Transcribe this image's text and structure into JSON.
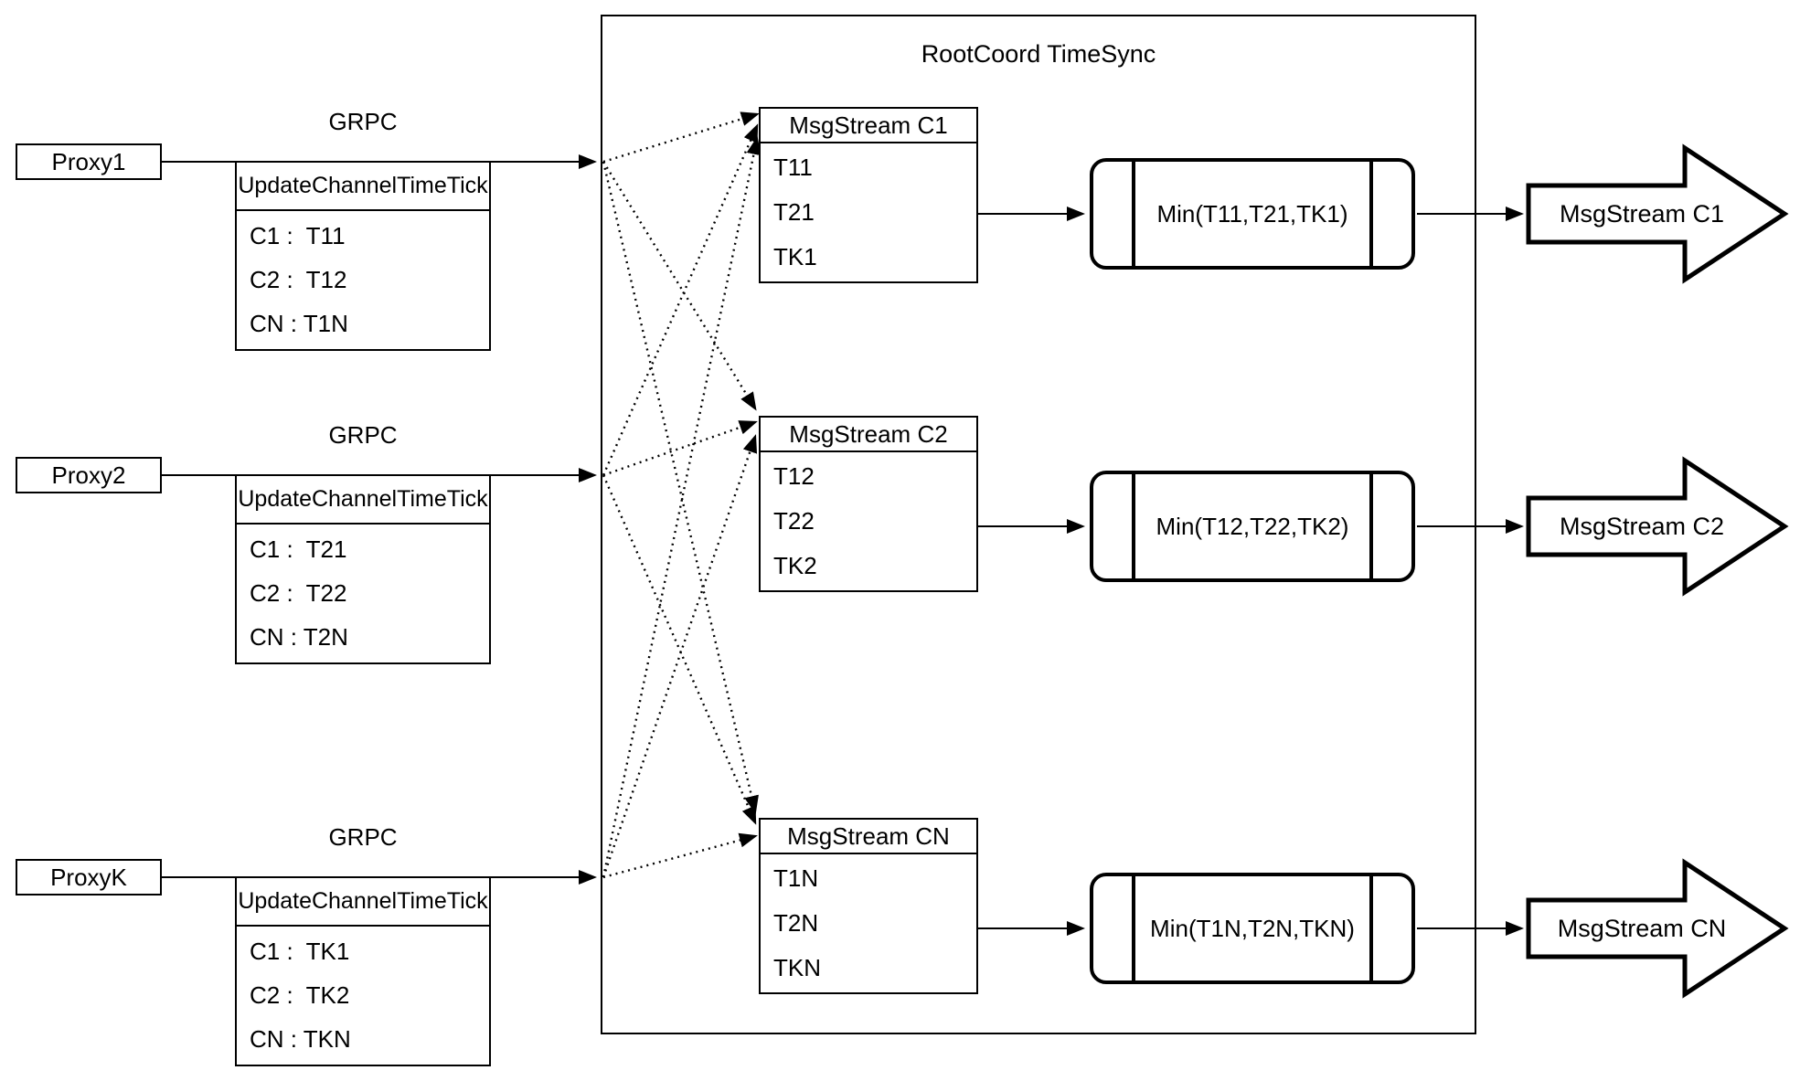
{
  "diagram": {
    "title": "RootCoord TimeSync",
    "colors": {
      "stroke": "#000000",
      "background": "#ffffff"
    }
  },
  "proxies": [
    {
      "label": "Proxy1",
      "protocol_label": "GRPC",
      "table": {
        "header": "UpdateChannelTimeTick",
        "rows": [
          "C1 :  T11",
          "C2 :  T12",
          "CN : T1N"
        ]
      }
    },
    {
      "label": "Proxy2",
      "protocol_label": "GRPC",
      "table": {
        "header": "UpdateChannelTimeTick",
        "rows": [
          "C1 :  T21",
          "C2 :  T22",
          "CN : T2N"
        ]
      }
    },
    {
      "label": "ProxyK",
      "protocol_label": "GRPC",
      "table": {
        "header": "UpdateChannelTimeTick",
        "rows": [
          "C1 :  TK1",
          "C2 :  TK2",
          "CN : TKN"
        ]
      }
    }
  ],
  "streams": [
    {
      "header": "MsgStream C1",
      "rows": [
        "T11",
        "T21",
        "TK1"
      ],
      "min_label": "Min(T11,T21,TK1)",
      "output_label": "MsgStream C1"
    },
    {
      "header": "MsgStream C2",
      "rows": [
        "T12",
        "T22",
        "TK2"
      ],
      "min_label": "Min(T12,T22,TK2)",
      "output_label": "MsgStream C2"
    },
    {
      "header": "MsgStream CN",
      "rows": [
        "T1N",
        "T2N",
        "TKN"
      ],
      "min_label": "Min(T1N,T2N,TKN)",
      "output_label": "MsgStream CN"
    }
  ]
}
